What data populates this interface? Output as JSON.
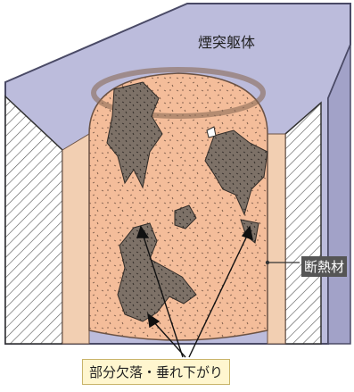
{
  "labels": {
    "chimney_body": "煙突躯体",
    "insulation": "断熱材",
    "partial_fall": "部分欠落・垂れ下がり"
  },
  "colors": {
    "concrete": "#bcbcdc",
    "concrete_dark": "#a2a2c8",
    "insulation": "#f2cfb2",
    "flue_interior": "#f4bd9a",
    "damage": "#7a6e64",
    "label_box": "#fff6cf"
  }
}
